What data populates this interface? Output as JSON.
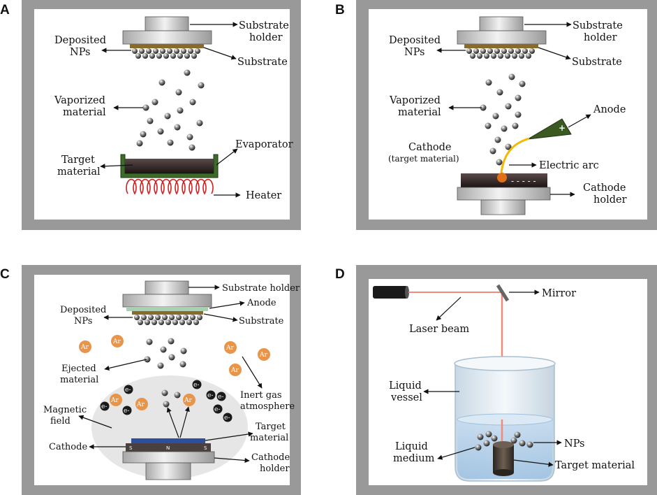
{
  "colors": {
    "frame": "#999999",
    "inner": "#ffffff",
    "substrate": "#8a6a2a",
    "evaporator": "#3d6b2a",
    "heater": "#cc2222",
    "anode": "#3a5a22",
    "arc": "#f5b800",
    "laser": "#f08a7a",
    "ar": "#e8954a",
    "electron": "#1a1a1a",
    "plasma": "#e6e6e6",
    "magnet": "#2d4f9c"
  },
  "panels": {
    "a": {
      "letter": "A",
      "labels": {
        "holder_1": "Substrate",
        "holder_2": "holder",
        "deposited_1": "Deposited",
        "deposited_2": "NPs",
        "substrate": "Substrate",
        "vaporized_1": "Vaporized",
        "vaporized_2": "material",
        "target_1": "Target",
        "target_2": "material",
        "evaporator": "Evaporator",
        "heater": "Heater"
      }
    },
    "b": {
      "letter": "B",
      "labels": {
        "holder_1": "Substrate",
        "holder_2": "holder",
        "deposited_1": "Deposited",
        "deposited_2": "NPs",
        "substrate": "Substrate",
        "vaporized_1": "Vaporized",
        "vaporized_2": "material",
        "anode": "Anode",
        "cathode_1": "Cathode",
        "cathode_2": "(target material)",
        "arc": "Electric arc",
        "cathode_holder_1": "Cathode",
        "cathode_holder_2": "holder",
        "plus": "+",
        "minus": "- - - - -"
      }
    },
    "c": {
      "letter": "C",
      "labels": {
        "holder": "Substrate holder",
        "anode": "Anode",
        "deposited_1": "Deposited",
        "deposited_2": "NPs",
        "substrate": "Substrate",
        "ejected_1": "Ejected",
        "ejected_2": "material",
        "inert_1": "Inert gas",
        "inert_2": "atmosphere",
        "magnetic_1": "Magnetic",
        "magnetic_2": "field",
        "target_1": "Target",
        "target_2": "material",
        "cathode": "Cathode",
        "cathode_holder_1": "Cathode",
        "cathode_holder_2": "holder",
        "ar": "Ar",
        "ar_plus": "Ar",
        "electron": "e-",
        "pole_s": "S",
        "pole_n": "N"
      }
    },
    "d": {
      "letter": "D",
      "labels": {
        "mirror": "Mirror",
        "laser": "Laser beam",
        "vessel_1": "Liquid",
        "vessel_2": "vessel",
        "medium_1": "Liquid",
        "medium_2": "medium",
        "nps": "NPs",
        "target": "Target material"
      }
    }
  }
}
